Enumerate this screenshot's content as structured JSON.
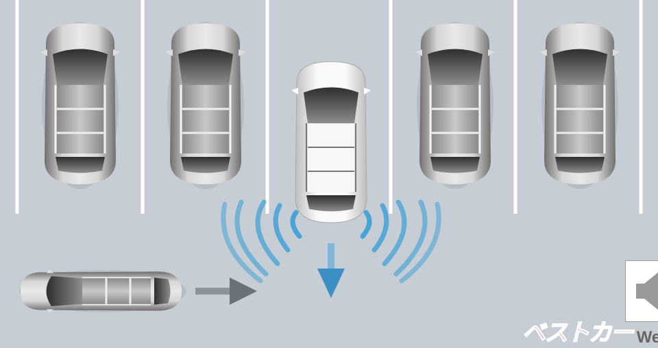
{
  "scene": {
    "description_icons": [
      "parked-car",
      "reversing-car",
      "passing-car",
      "sensor-wave",
      "direction-arrow"
    ],
    "colors": {
      "background": "#c6cdd4",
      "lines": "#ffffff",
      "sensor": "#3aa0d6",
      "arrow_gray": "#6b7178",
      "arrow_blue": "#3c8fc4"
    }
  },
  "speaker_button": {
    "icon": "speaker-icon"
  },
  "watermark": {
    "brand": "ベストカー",
    "suffix": "Web"
  }
}
